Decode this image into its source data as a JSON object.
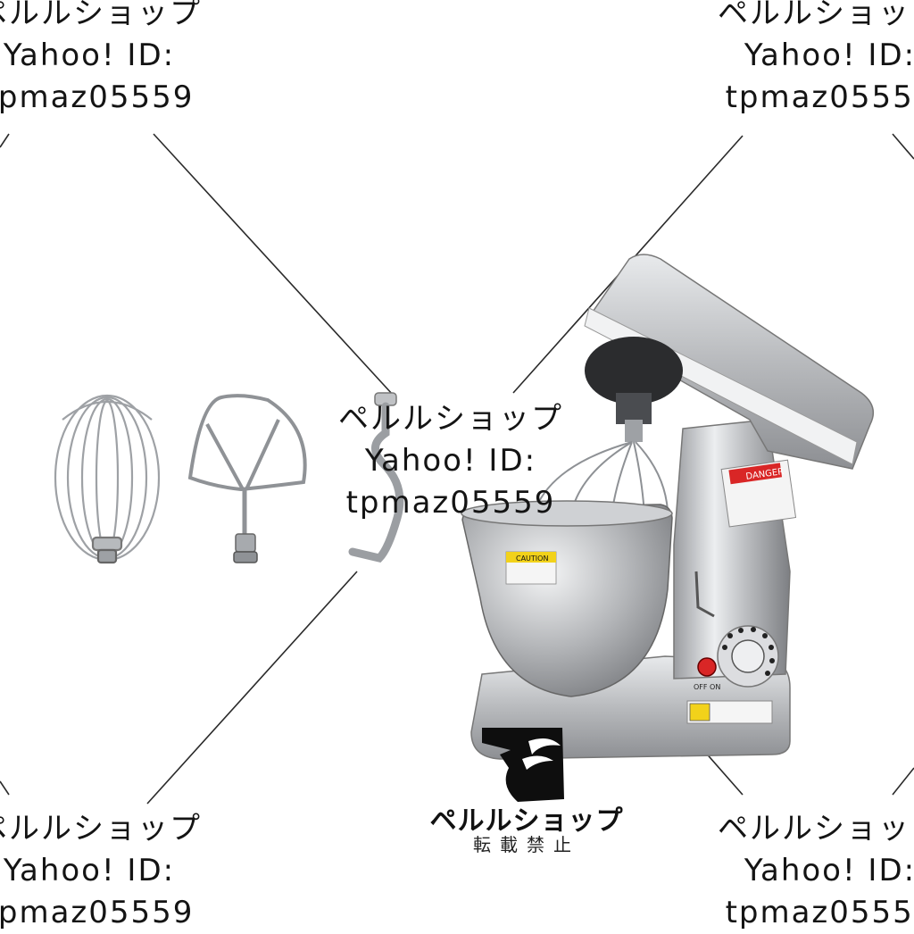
{
  "watermark": {
    "shop": "ペルルショップ",
    "yahoo": "Yahoo! ID:",
    "id": "tpmaz05559"
  },
  "logo": {
    "name": "ペルルショップ",
    "subtitle": "転載禁止"
  },
  "labels": {
    "caution": "CAUTION",
    "danger": "DANGER",
    "knob_off": "OFF ON"
  },
  "colors": {
    "background": "#ffffff",
    "steel_light": "#e4e5e7",
    "steel_dark": "#8a8c90",
    "caution_yellow": "#f2d21a",
    "danger_red": "#d92626"
  }
}
